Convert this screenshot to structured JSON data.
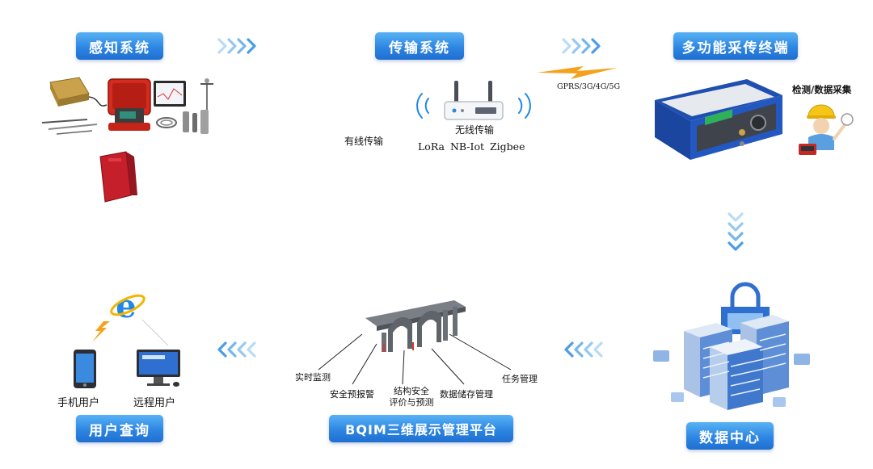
{
  "stages": {
    "perception": "感知系统",
    "transmission": "传输系统",
    "terminal": "多功能采传终端",
    "datacenter": "数据中心",
    "platform": "BQIM三维展示管理平台",
    "user_query": "用户查询"
  },
  "transmission": {
    "wired": "有线传输",
    "wireless": "无线传输",
    "protocols": "LoRa    NB-Iot  Zigbee",
    "network": "GPRS/3G/4G/5G"
  },
  "terminal": {
    "caption": "检测/数据采集"
  },
  "platform": {
    "features": {
      "realtime": "实时监测",
      "alarm": "安全预报警",
      "structure_1": "结构安全",
      "structure_2": "评价与预测",
      "storage": "数据储存管理",
      "task": "任务管理"
    }
  },
  "users": {
    "mobile": "手机用户",
    "remote": "远程用户"
  },
  "colors": {
    "accent_blue": "#2e86e3",
    "arrow_blue": "#5aa9ea",
    "lightning_orange": "#f4a21c"
  }
}
